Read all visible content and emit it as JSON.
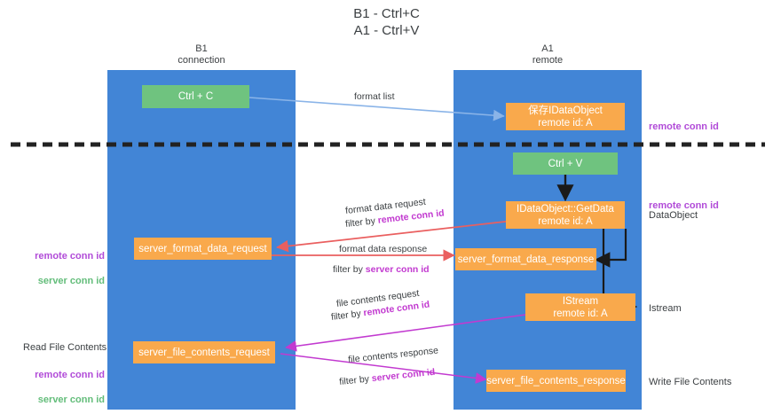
{
  "title": "B1 - Ctrl+C\nA1 - Ctrl+V",
  "colors": {
    "lane": "#4285d6",
    "green_box": "#6fc37f",
    "orange_box": "#f9a94c",
    "remote_conn_id": "#b14bd8",
    "server_conn_id": "#63bd7a",
    "format_list_arrow": "#8ab4e8",
    "format_data_arrow": "#ea5f5f",
    "file_contents_arrow": "#c23ad0",
    "black_arrow": "#1a1a1a",
    "separator": "#222222"
  },
  "lanes": [
    {
      "id": "b1",
      "title": "B1\nconnection"
    },
    {
      "id": "a1",
      "title": "A1\nremote"
    }
  ],
  "boxes": {
    "ctrl_c": "Ctrl + C",
    "ctrl_v": "Ctrl + V",
    "idataobject": "保存IDataObject\nremote id: A",
    "getdata": "IDataObject::GetData\nremote id: A",
    "istream": "IStream\nremote id: A",
    "server_format_data_request": "server_format_data_request",
    "server_format_data_response": "server_format_data_response",
    "server_file_contents_request": "server_file_contents_request",
    "server_file_contents_response": "server_file_contents_response"
  },
  "arrow_labels": {
    "format_list": "format list",
    "format_data_request": "format data request",
    "format_data_request_filter_prefix": "filter by ",
    "format_data_request_filter_key": "remote conn id",
    "format_data_response": "format data response",
    "format_data_response_filter_prefix": "filter by ",
    "format_data_response_filter_key": "server conn id",
    "file_contents_request": "file contents request",
    "file_contents_request_filter_prefix": "filter by ",
    "file_contents_request_filter_key": "remote conn id",
    "file_contents_response": "file contents response",
    "file_contents_response_filter_prefix": "filter by ",
    "file_contents_response_filter_key": "server conn id"
  },
  "annotations": {
    "right_remote_conn_id_top": "remote conn id",
    "right_remote_conn_id_mid": "remote conn id",
    "right_dataobject": "DataObject",
    "right_istream": "Istream",
    "right_write_file_contents": "Write File Contents",
    "left_keys_mid_remote": "remote conn id",
    "left_keys_mid_server": "server conn id",
    "left_read_file_contents": "Read File Contents",
    "left_keys_bottom_remote": "remote conn id",
    "left_keys_bottom_server": "server conn id"
  }
}
